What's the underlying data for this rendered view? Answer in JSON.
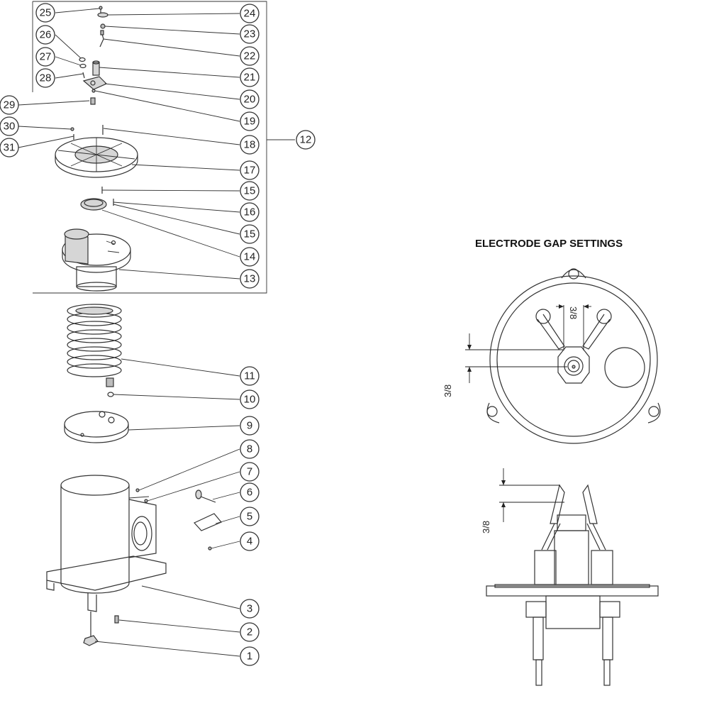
{
  "electrode_section": {
    "title": "ELECTRODE GAP SETTINGS",
    "dimension_top_view": "3/8",
    "dimension_top_view_vertical": "3/8",
    "dimension_side_view": "3/8"
  },
  "callouts": [
    {
      "id": "c25",
      "label": "25"
    },
    {
      "id": "c24",
      "label": "24"
    },
    {
      "id": "c26",
      "label": "26"
    },
    {
      "id": "c23",
      "label": "23"
    },
    {
      "id": "c27",
      "label": "27"
    },
    {
      "id": "c22",
      "label": "22"
    },
    {
      "id": "c28",
      "label": "28"
    },
    {
      "id": "c21",
      "label": "21"
    },
    {
      "id": "c20",
      "label": "20"
    },
    {
      "id": "c29",
      "label": "29"
    },
    {
      "id": "c19",
      "label": "19"
    },
    {
      "id": "c30",
      "label": "30"
    },
    {
      "id": "c12",
      "label": "12"
    },
    {
      "id": "c18",
      "label": "18"
    },
    {
      "id": "c31",
      "label": "31"
    },
    {
      "id": "c17",
      "label": "17"
    },
    {
      "id": "c15a",
      "label": "15"
    },
    {
      "id": "c16",
      "label": "16"
    },
    {
      "id": "c15b",
      "label": "15"
    },
    {
      "id": "c14",
      "label": "14"
    },
    {
      "id": "c13",
      "label": "13"
    },
    {
      "id": "c11",
      "label": "11"
    },
    {
      "id": "c10",
      "label": "10"
    },
    {
      "id": "c9",
      "label": "9"
    },
    {
      "id": "c8",
      "label": "8"
    },
    {
      "id": "c7",
      "label": "7"
    },
    {
      "id": "c6",
      "label": "6"
    },
    {
      "id": "c5",
      "label": "5"
    },
    {
      "id": "c4",
      "label": "4"
    },
    {
      "id": "c3",
      "label": "3"
    },
    {
      "id": "c2",
      "label": "2"
    },
    {
      "id": "c1",
      "label": "1"
    }
  ]
}
